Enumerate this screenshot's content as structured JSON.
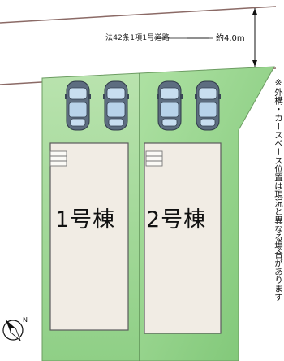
{
  "road": {
    "label": "法42条1項1号道路",
    "width": "約4.0m"
  },
  "buildings": [
    {
      "label": "1号棟"
    },
    {
      "label": "2号棟"
    }
  ],
  "note": "※外構・カースペース位置は現況と異なる場合があります",
  "colors": {
    "lot_green": "#93d48a",
    "lot_green_light": "#c6eabb",
    "building_fill": "#f1ece4",
    "car_body": "#5a6a7e",
    "car_glass": "#bfd9ef"
  },
  "icons": [
    "compass-icon",
    "car-icon"
  ]
}
